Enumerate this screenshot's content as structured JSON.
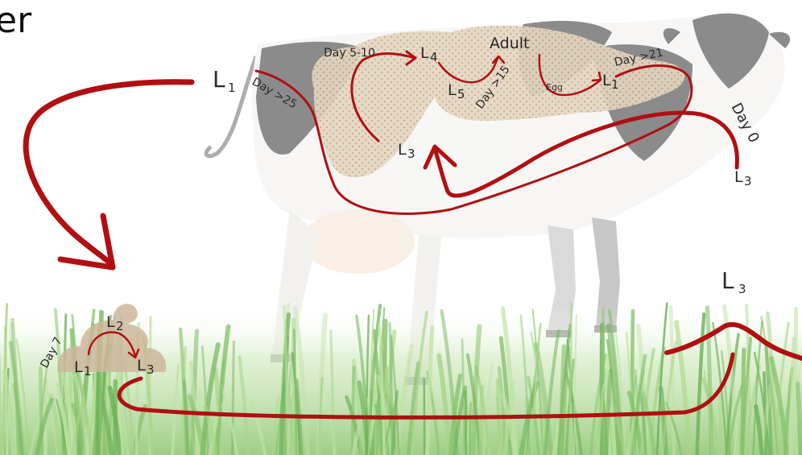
{
  "title": "er",
  "colors": {
    "arrow": "#b10f12",
    "grass_light": "#a8d58a",
    "grass_dark": "#6fb35a",
    "cow_body": "#f1f0ec",
    "cow_spots": "#2e2e2e",
    "intestine": "#d8c7ae",
    "dung": "#cdb69b"
  },
  "labels": {
    "adult": "Adult",
    "l1_top_left": "L",
    "l1_top_left_sub": "1",
    "day_gt_25": "Day >25",
    "day_5_10": "Day 5-10",
    "l4": "L",
    "l4_sub": "4",
    "l5": "L",
    "l5_sub": "5",
    "day_gt_15": "Day >15",
    "egg": "Egg",
    "l1_gut": "L",
    "l1_gut_sub": "1",
    "day_gt_21": "Day >21",
    "l3_gut": "L",
    "l3_gut_sub": "3",
    "day_0": "Day 0",
    "l3_right": "L",
    "l3_right_sub": "3",
    "l3_pasture": "L",
    "l3_pasture_sub": "3",
    "day_7": "Day 7",
    "dung_l1": "L",
    "dung_l1_sub": "1",
    "dung_l2": "L",
    "dung_l2_sub": "2",
    "dung_l3": "L",
    "dung_l3_sub": "3"
  }
}
